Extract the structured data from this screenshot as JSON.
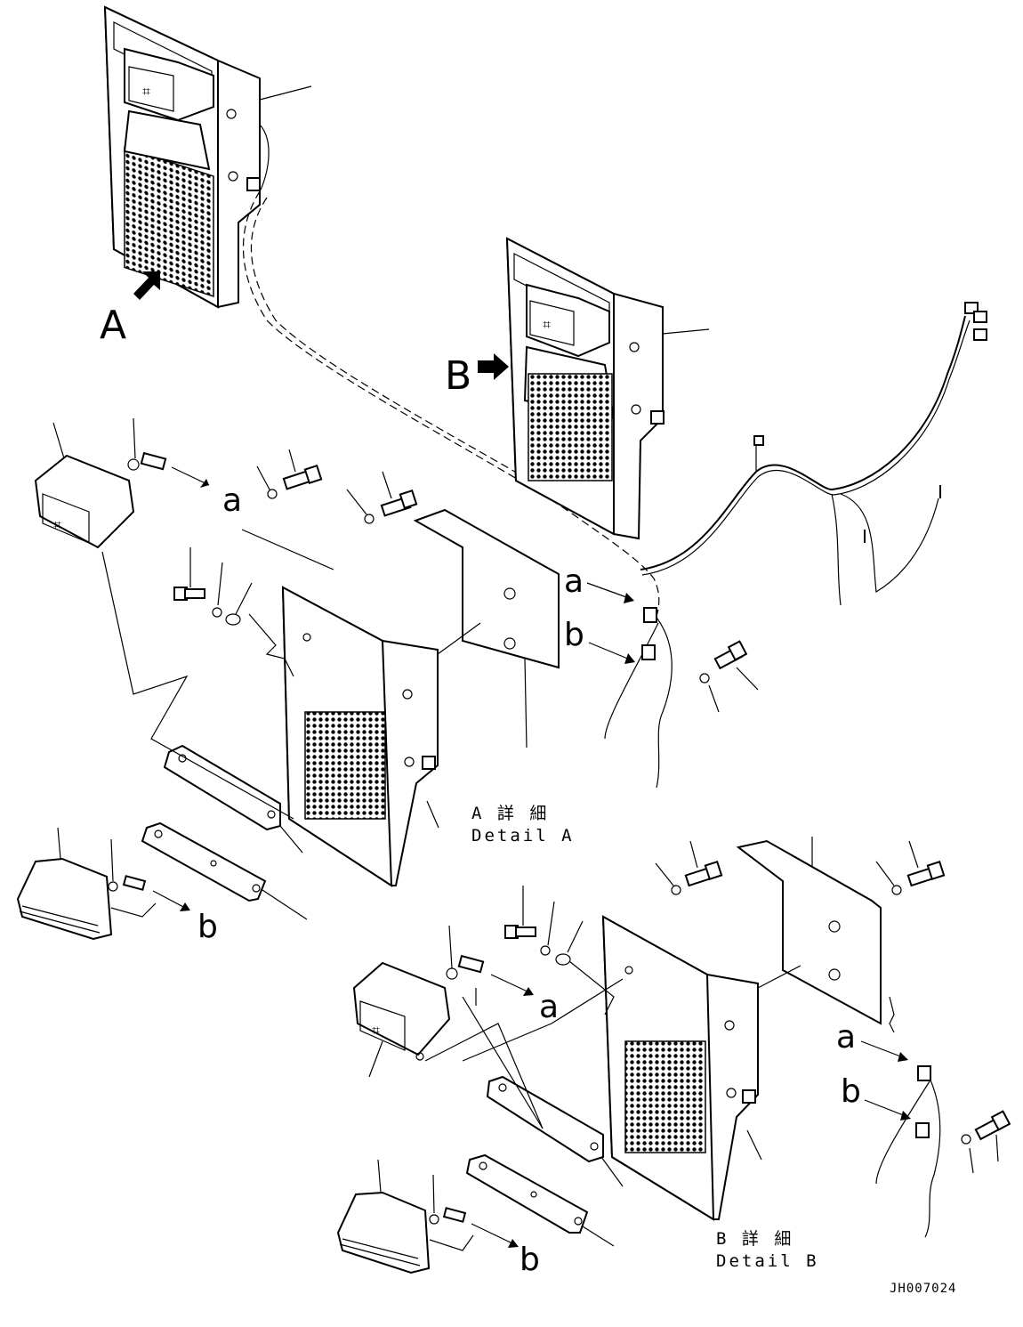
{
  "drawing_code": "JH007024",
  "view_labels": {
    "view_a": "A",
    "view_b": "B"
  },
  "connector_labels": {
    "a": "a",
    "b": "b"
  },
  "details": {
    "a": {
      "jp": "A 詳 細",
      "en": "Detail A"
    },
    "b": {
      "jp": "B 詳 細",
      "en": "Detail B"
    }
  }
}
